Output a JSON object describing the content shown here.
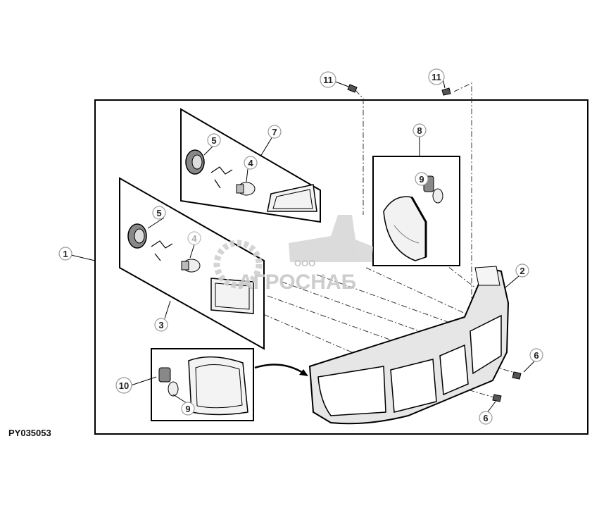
{
  "figure": {
    "part_code": "PY035053",
    "callouts": [
      {
        "id": "c1",
        "label": "1"
      },
      {
        "id": "c2",
        "label": "2"
      },
      {
        "id": "c3",
        "label": "3"
      },
      {
        "id": "c4a",
        "label": "4"
      },
      {
        "id": "c4b",
        "label": "4"
      },
      {
        "id": "c5a",
        "label": "5"
      },
      {
        "id": "c5b",
        "label": "5"
      },
      {
        "id": "c6a",
        "label": "6"
      },
      {
        "id": "c6b",
        "label": "6"
      },
      {
        "id": "c7",
        "label": "7"
      },
      {
        "id": "c8",
        "label": "8"
      },
      {
        "id": "c9a",
        "label": "9"
      },
      {
        "id": "c9b",
        "label": "9"
      },
      {
        "id": "c10",
        "label": "10"
      },
      {
        "id": "c11a",
        "label": "11"
      },
      {
        "id": "c11b",
        "label": "11"
      }
    ]
  },
  "watermark": {
    "company_prefix": "ООО",
    "brand": "АГРОСНАБ"
  }
}
